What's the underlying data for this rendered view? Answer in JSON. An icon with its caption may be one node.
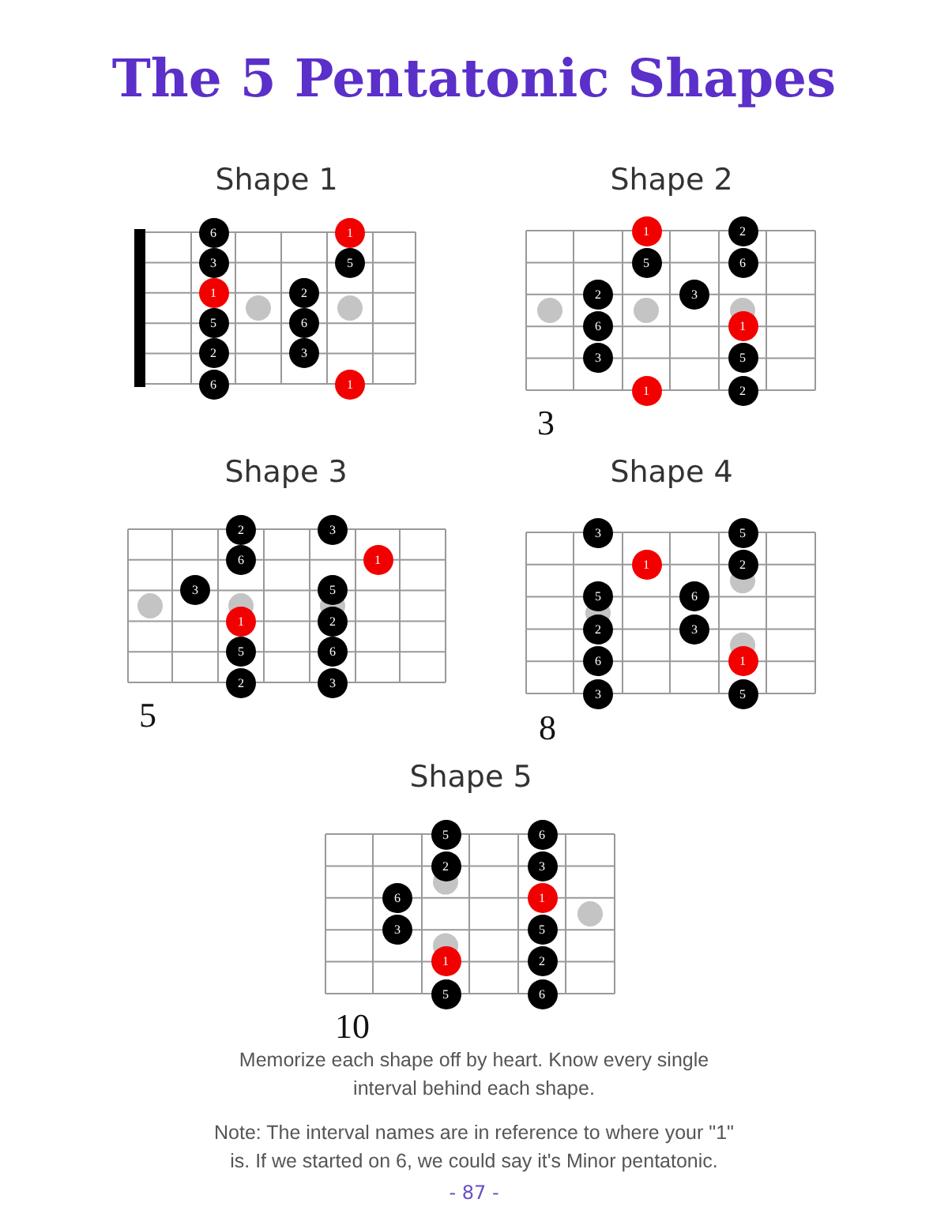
{
  "diagram": {
    "title": "The 5 Pentatonic Shapes",
    "nodes": [
      {
        "text": [
          "Shape 1"
        ]
      },
      {
        "text": [
          "6"
        ],
        "in": 0
      },
      {
        "text": [
          "3"
        ],
        "in": 0
      },
      {
        "text": [
          "1"
        ],
        "in": 0
      },
      {
        "text": [
          "5"
        ],
        "in": 0
      },
      {
        "text": [
          "2"
        ],
        "in": 0
      },
      {
        "text": [
          "6"
        ],
        "in": 0
      },
      {
        "text": [
          "2"
        ],
        "in": 0
      },
      {
        "text": [
          "6"
        ],
        "in": 0
      },
      {
        "text": [
          "3"
        ],
        "in": 0
      },
      {
        "text": [
          "1"
        ],
        "in": 0
      },
      {
        "text": [
          "5"
        ],
        "in": 0
      },
      {
        "text": [
          "1"
        ],
        "in": 0
      },
      {
        "text": [
          "Shape 2"
        ],
        "beside": [
          "3"
        ]
      },
      {
        "text": [
          "2"
        ],
        "in": 13
      },
      {
        "text": [
          "6"
        ],
        "in": 13
      },
      {
        "text": [
          "3"
        ],
        "in": 13
      },
      {
        "text": [
          "1"
        ],
        "in": 13
      },
      {
        "text": [
          "5"
        ],
        "in": 13
      },
      {
        "text": [
          "1"
        ],
        "in": 13
      },
      {
        "text": [
          "3"
        ],
        "in": 13
      },
      {
        "text": [
          "2"
        ],
        "in": 13
      },
      {
        "text": [
          "6"
        ],
        "in": 13
      },
      {
        "text": [
          "1"
        ],
        "in": 13
      },
      {
        "text": [
          "5"
        ],
        "in": 13
      },
      {
        "text": [
          "2"
        ],
        "in": 13
      },
      {
        "text": [
          "Shape 3"
        ],
        "beside": [
          "5"
        ]
      },
      {
        "text": [
          "3"
        ],
        "in": 26
      },
      {
        "text": [
          "2"
        ],
        "in": 26
      },
      {
        "text": [
          "6"
        ],
        "in": 26
      },
      {
        "text": [
          "1"
        ],
        "in": 26
      },
      {
        "text": [
          "5"
        ],
        "in": 26
      },
      {
        "text": [
          "2"
        ],
        "in": 26
      },
      {
        "text": [
          "3"
        ],
        "in": 26
      },
      {
        "text": [
          "5"
        ],
        "in": 26
      },
      {
        "text": [
          "2"
        ],
        "in": 26
      },
      {
        "text": [
          "6"
        ],
        "in": 26
      },
      {
        "text": [
          "3"
        ],
        "in": 26
      },
      {
        "text": [
          "1"
        ],
        "in": 26
      },
      {
        "text": [
          "Shape 4"
        ],
        "beside": [
          "8"
        ]
      },
      {
        "text": [
          "3"
        ],
        "in": 39
      },
      {
        "text": [
          "5"
        ],
        "in": 39
      },
      {
        "text": [
          "2"
        ],
        "in": 39
      },
      {
        "text": [
          "6"
        ],
        "in": 39
      },
      {
        "text": [
          "3"
        ],
        "in": 39
      },
      {
        "text": [
          "1"
        ],
        "in": 39
      },
      {
        "text": [
          "6"
        ],
        "in": 39
      },
      {
        "text": [
          "3"
        ],
        "in": 39
      },
      {
        "text": [
          "5"
        ],
        "in": 39
      },
      {
        "text": [
          "2"
        ],
        "in": 39
      },
      {
        "text": [
          "1"
        ],
        "in": 39
      },
      {
        "text": [
          "5"
        ],
        "in": 39
      },
      {
        "text": [
          "Shape 5"
        ],
        "beside": [
          "10"
        ]
      },
      {
        "text": [
          "6"
        ],
        "in": 52
      },
      {
        "text": [
          "3"
        ],
        "in": 52
      },
      {
        "text": [
          "5"
        ],
        "in": 52
      },
      {
        "text": [
          "2"
        ],
        "in": 52
      },
      {
        "text": [
          "1"
        ],
        "in": 52
      },
      {
        "text": [
          "5"
        ],
        "in": 52
      },
      {
        "text": [
          "6"
        ],
        "in": 52
      },
      {
        "text": [
          "3"
        ],
        "in": 52
      },
      {
        "text": [
          "1"
        ],
        "in": 52
      },
      {
        "text": [
          "5"
        ],
        "in": 52
      },
      {
        "text": [
          "2"
        ],
        "in": 52
      },
      {
        "text": [
          "6"
        ],
        "in": 52
      }
    ],
    "labels": [
      "Memorize each shape off by heart. Know every single interval behind each shape.",
      "Note: The interval names are in reference to where your \"1\" is. If we started on 6, we could say it's Minor pentatonic.",
      "- 87 -"
    ]
  }
}
